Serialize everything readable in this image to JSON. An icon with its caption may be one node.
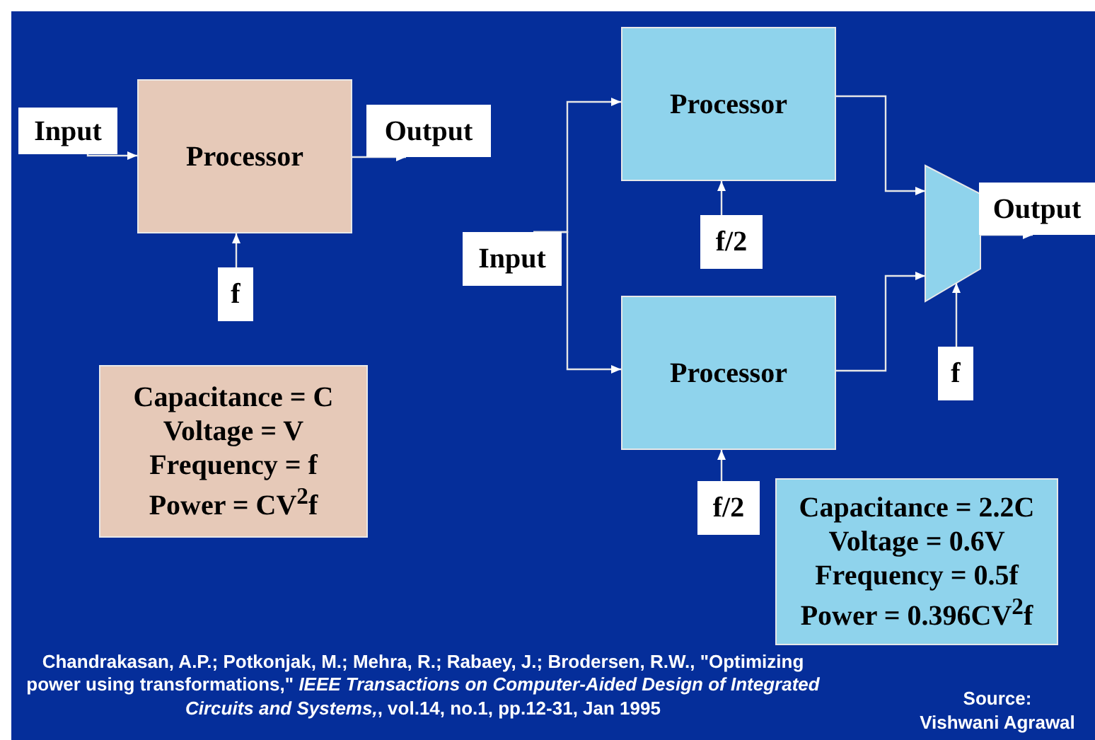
{
  "diagram": {
    "nodes": [
      {
        "text": [
          "Input"
        ]
      },
      {
        "text": [
          "Processor"
        ]
      },
      {
        "text": [
          "Output"
        ]
      },
      {
        "text": [
          "f"
        ]
      },
      {
        "text": [
          "Capacitance = C",
          "Voltage = V",
          "Frequency = f",
          "Power = CV$^{2}$f"
        ]
      },
      {
        "text": [
          "Input"
        ]
      },
      {
        "text": [
          "Processor"
        ]
      },
      {
        "text": [
          "f/2"
        ]
      },
      {
        "text": [
          "Processor"
        ]
      },
      {
        "text": [
          "f/2"
        ]
      },
      {
        "text": [],
        "shape": "trapezoid"
      },
      {
        "text": [
          "Output"
        ]
      },
      {
        "text": [
          "f"
        ]
      },
      {
        "text": [
          "Capacitance = 2.2C",
          "Voltage = 0.6V",
          "Frequency = 0.5f",
          "Power = 0.396CV$^{2}$f"
        ]
      }
    ],
    "edges": [
      {
        "from": 0,
        "to": 1,
        "arrow": "to"
      },
      {
        "from": 3,
        "to": 1,
        "arrow": "to"
      },
      {
        "from": 1,
        "to": 2,
        "arrow": "to"
      },
      {
        "from": 5,
        "to": 6,
        "arrow": "to"
      },
      {
        "from": 5,
        "to": 8,
        "arrow": "to"
      },
      {
        "from": 7,
        "to": 6,
        "arrow": "to"
      },
      {
        "from": 9,
        "to": 8,
        "arrow": "to"
      },
      {
        "from": 6,
        "to": 10,
        "arrow": "to"
      },
      {
        "from": 8,
        "to": 10,
        "arrow": "to"
      },
      {
        "from": 10,
        "to": 11,
        "arrow": "to"
      },
      {
        "from": 12,
        "to": 10,
        "arrow": "to"
      }
    ],
    "labels": [
      "Chandrakasan, A.P.; Potkonjak, M.; Mehra, R.; Rabaey, J.; Brodersen, R.W., \"Optimizing power using transformations,\" *IEEE Transactions on Computer-Aided Design of Integrated Circuits and Systems,*, vol.14, no.1, pp.12-31, Jan 1995",
      "Source:",
      "Vishwani Agrawal"
    ]
  }
}
